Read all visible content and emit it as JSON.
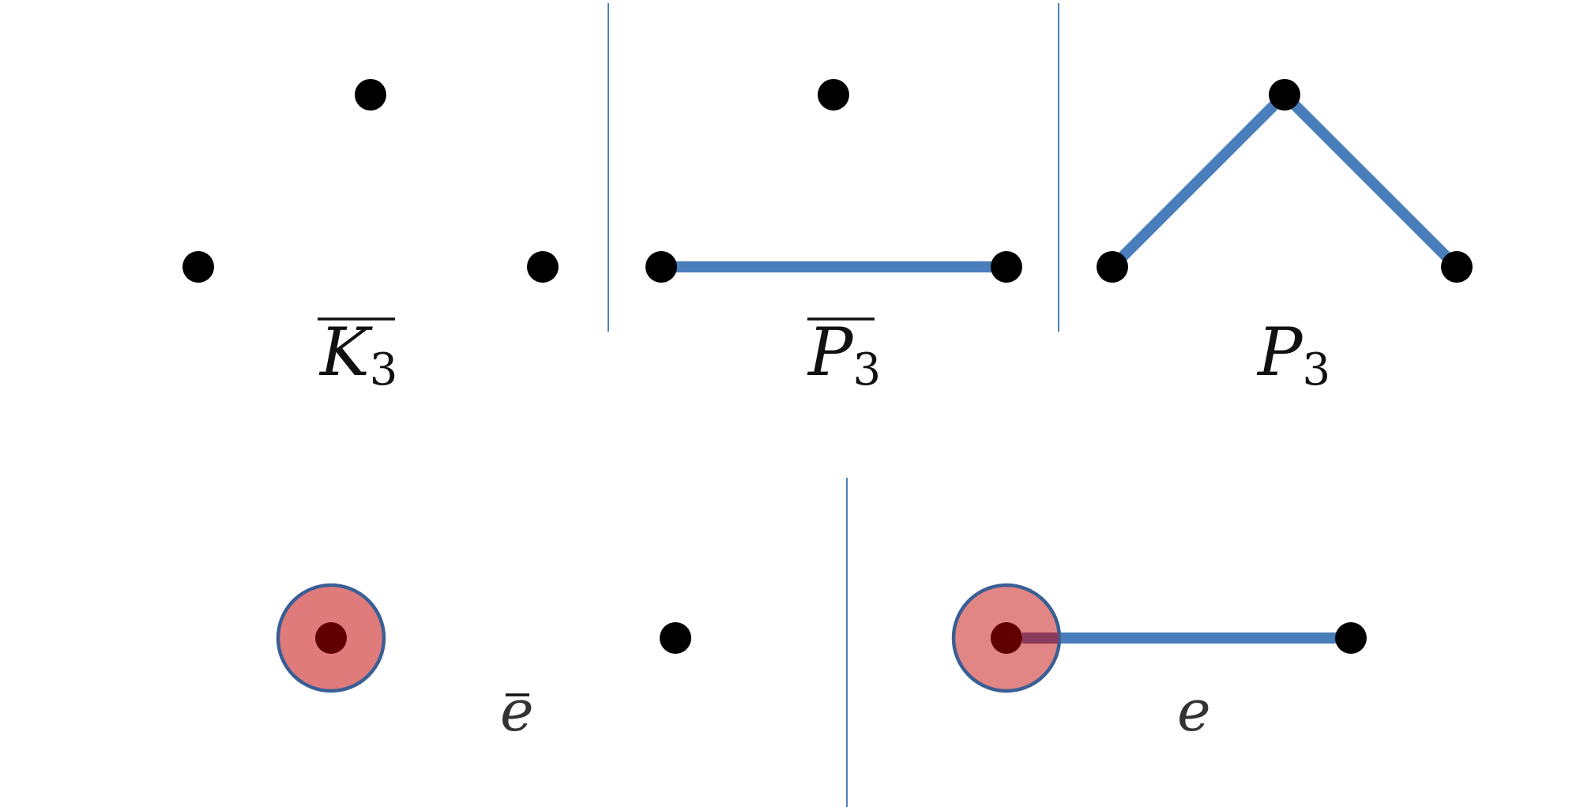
{
  "colors": {
    "edge": "#4a7ebb",
    "divider": "#4a7ebb",
    "vertex": "#000000",
    "highlight_fill": "#e07b7b",
    "highlight_stroke": "#3a5f95",
    "highlight_vertex": "#600000"
  },
  "panels": [
    {
      "id": "k3-complement",
      "label": "K",
      "subscript": "3",
      "overline": true
    },
    {
      "id": "p3-complement",
      "label": "P",
      "subscript": "3",
      "overline": true
    },
    {
      "id": "p3",
      "label": "P",
      "subscript": "3",
      "overline": false
    },
    {
      "id": "e-complement",
      "label": "e",
      "subscript": "",
      "overline": true
    },
    {
      "id": "e",
      "label": "e",
      "subscript": "",
      "overline": false
    }
  ]
}
